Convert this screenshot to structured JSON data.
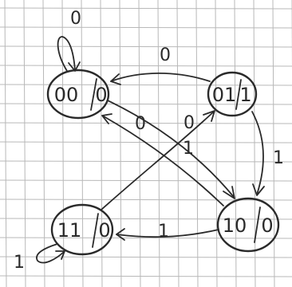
{
  "diagram": {
    "states": [
      {
        "id": "s00",
        "state": "00",
        "output": "0"
      },
      {
        "id": "s01",
        "state": "01",
        "output": "1"
      },
      {
        "id": "s11",
        "state": "11",
        "output": "0"
      },
      {
        "id": "s10",
        "state": "10",
        "output": "0"
      }
    ],
    "transitions": [
      {
        "from": "00",
        "to": "00",
        "input": "0"
      },
      {
        "from": "01",
        "to": "00",
        "input": "0"
      },
      {
        "from": "01",
        "to": "10",
        "input": "1"
      },
      {
        "from": "00",
        "to": "10",
        "input": "1"
      },
      {
        "from": "10",
        "to": "00",
        "input": "0"
      },
      {
        "from": "11",
        "to": "01",
        "input": "0"
      },
      {
        "from": "10",
        "to": "11",
        "input": "1"
      },
      {
        "from": "11",
        "to": "11",
        "input": "1"
      }
    ]
  },
  "colors": {
    "ink": "#2a2a2a",
    "grid": "#b8b8b8",
    "paper": "#ffffff"
  }
}
